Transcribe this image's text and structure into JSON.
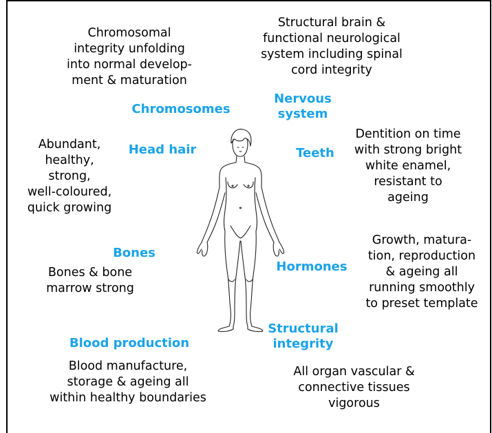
{
  "labels": {
    "chromosomes": "Chromosomes",
    "nervous_system": "Nervous\nsystem",
    "head_hair": "Head hair",
    "teeth": "Teeth",
    "bones": "Bones",
    "hormones": "Hormones",
    "structural_integrity": "Structural\nintegrity",
    "blood_production": "Blood production"
  },
  "descriptions": {
    "chromosomes": "Chromosomal\nintegrity unfolding\ninto normal develop-\nment & maturation",
    "nervous_system": "Structural brain &\nfunctional neurological\nsystem including spinal\ncord integrity",
    "head_hair": "Abundant,\nhealthy,\nstrong,\nwell-coloured,\nquick growing",
    "teeth": "Dentition on time\nwith strong bright\nwhite enamel,\nresistant to\nageing",
    "bones": "Bones & bone\nmarrow strong",
    "hormones": "Growth, matura-\ntion, reproduction\n& ageing all\nrunning smoothly\nto preset template",
    "structural_integrity": "All organ vascular &\nconnective tissues\nvigorous",
    "blood_production": "Blood manufacture,\nstorage & ageing all\nwithin healthy boundaries"
  },
  "colors": {
    "label": "#1aa3e8",
    "text": "#000000",
    "frame": "#000000"
  },
  "figure": {
    "icon": "human-body-outline-icon"
  }
}
